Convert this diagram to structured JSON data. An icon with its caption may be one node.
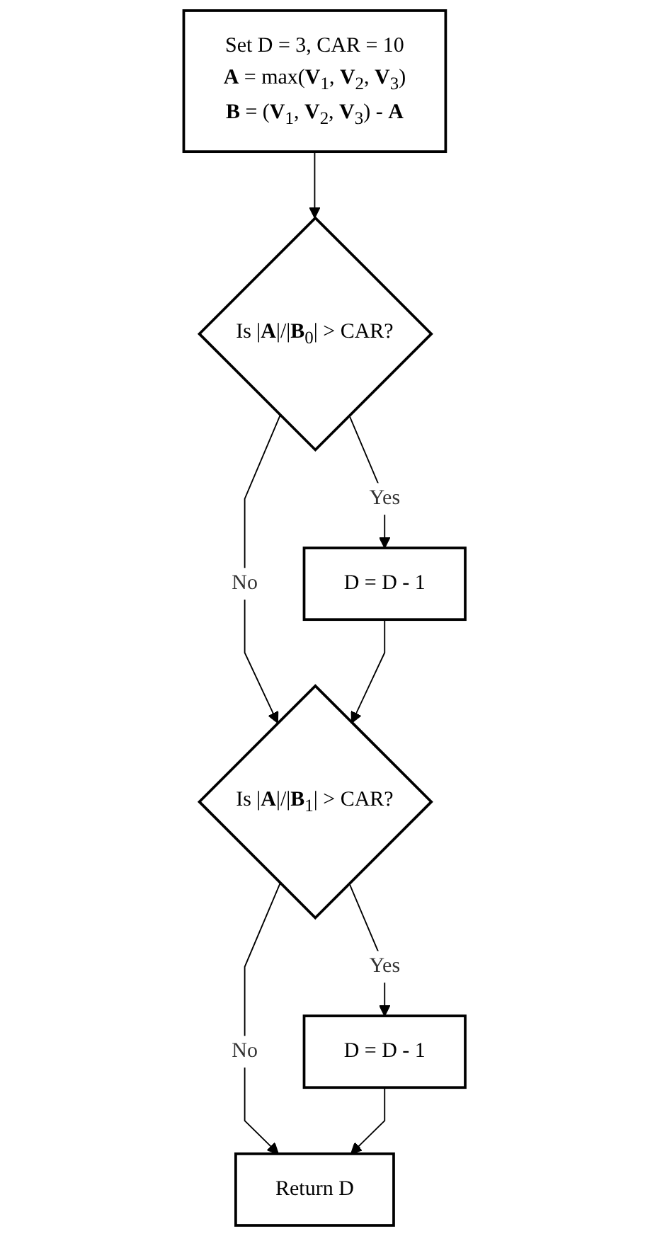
{
  "diagram": {
    "nodes": [
      {
        "text": [
          "Set D = 3, CAR = 10",
          "**A** = max(**V**$_{1}$, **V**$_{2}$, **V**$_{3}$)",
          "**B** = (**V**$_{1}$, **V**$_{2}$, **V**$_{3}$) - **A**"
        ]
      },
      {
        "text": [
          "Is |**A**|/|**B**$_{0}$| > CAR?"
        ]
      },
      {
        "text": [
          "D = D - 1"
        ]
      },
      {
        "text": [
          "Is |**A**|/|**B**$_{1}$| > CAR?"
        ]
      },
      {
        "text": [
          "D = D - 1"
        ]
      },
      {
        "text": [
          "Return D"
        ]
      }
    ],
    "edges": [
      {
        "from": 0,
        "to": 1,
        "arrow": "to"
      },
      {
        "from": 1,
        "to": 2,
        "label": "Yes",
        "arrow": "to"
      },
      {
        "from": 1,
        "to": 3,
        "label": "No",
        "arrow": "to"
      },
      {
        "from": 2,
        "to": 3,
        "arrow": "to"
      },
      {
        "from": 3,
        "to": 4,
        "label": "Yes",
        "arrow": "to"
      },
      {
        "from": 3,
        "to": 5,
        "label": "No",
        "arrow": "to"
      },
      {
        "from": 4,
        "to": 5,
        "arrow": "to"
      }
    ]
  }
}
